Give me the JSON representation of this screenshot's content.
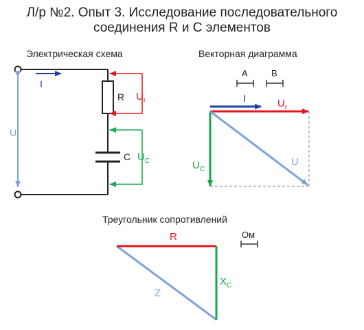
{
  "title_line1": "Л/р №2. Опыт 3. Исследование последовательного",
  "title_line2": "соединения R и C элементов",
  "circuit": {
    "heading": "Электрическая схема",
    "current_label": "I",
    "voltage_label": "U",
    "resistor_label": "R",
    "capacitor_label": "C",
    "ur_main": "U",
    "ur_sub": "r",
    "uc_main": "U",
    "uc_sub": "C"
  },
  "vector": {
    "heading": "Векторная диаграмма",
    "scale_a": "A",
    "scale_b": "B",
    "current_label": "I",
    "ur_main": "U",
    "ur_sub": "r",
    "uc_main": "U",
    "uc_sub": "C",
    "u_label": "U"
  },
  "triangle": {
    "heading": "Треугольник сопротивлений",
    "r_label": "R",
    "z_label": "Z",
    "xc_main": "X",
    "xc_sub": "C",
    "scale_label": "Ом"
  },
  "colors": {
    "red": "#e8141b",
    "green": "#17a84b",
    "blue": "#1f3fa8",
    "lightblue": "#7ea3d8",
    "dark": "#222222"
  }
}
